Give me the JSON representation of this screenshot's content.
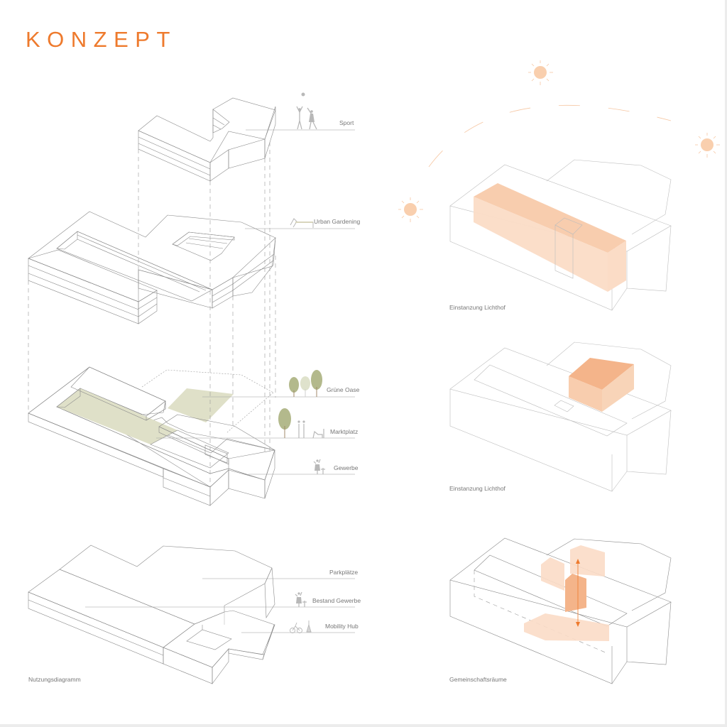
{
  "title": "KONZEPT",
  "colors": {
    "accent": "#ee7a2d",
    "orange_fill": "#f8ceb0",
    "orange_light": "#fbe0cc",
    "blue_gray": "#c9ced6",
    "green_fill": "#dde0c6",
    "gray_roof": "#e2e2e2",
    "dark_gray": "#c7c7c7",
    "sun": "#f9cfae",
    "tree_green": "#b3b98c"
  },
  "left_diagram": {
    "caption": "Nutzungsdiagramm",
    "layers": [
      {
        "name": "sport-layer",
        "fill": "gray",
        "labels": [
          "Sport"
        ]
      },
      {
        "name": "residential-layer",
        "fill": "orange",
        "labels": [
          "Urban Gardening"
        ]
      },
      {
        "name": "ground-layer",
        "fill": "blue-gray",
        "labels": [
          "Grüne Oase",
          "Marktplatz",
          "Gewerbe"
        ]
      },
      {
        "name": "basement-layer",
        "fill": "gray",
        "labels": [
          "Parkplätze",
          "Bestand Gewerbe",
          "Mobility Hub"
        ]
      }
    ],
    "labels": {
      "sport": "Sport",
      "urban_gardening": "Urban Gardening",
      "gruene_oase": "Grüne Oase",
      "marktplatz": "Marktplatz",
      "gewerbe": "Gewerbe",
      "parkplaetze": "Parkplätze",
      "bestand_gewerbe": "Bestand Gewerbe",
      "mobility_hub": "Mobility Hub"
    },
    "icons": {
      "sport": "people-playing-ball-icon",
      "urban_gardening": "gardener-icon",
      "gruene_oase": "trees-icon",
      "marktplatz": "tree-people-icon",
      "gewerbe": "worker-icon",
      "bestand_gewerbe": "worker-icon",
      "mobility_hub": "bicycle-scooter-icon"
    }
  },
  "right_diagrams": [
    {
      "caption": "Einstanzung Lichthof",
      "highlight": "long-bar-volume",
      "sun_positions": 3
    },
    {
      "caption": "Einstanzung Lichthof",
      "highlight": "corner-volume"
    },
    {
      "caption": "Gemeinschaftsräume",
      "highlight": "community-volumes"
    }
  ]
}
